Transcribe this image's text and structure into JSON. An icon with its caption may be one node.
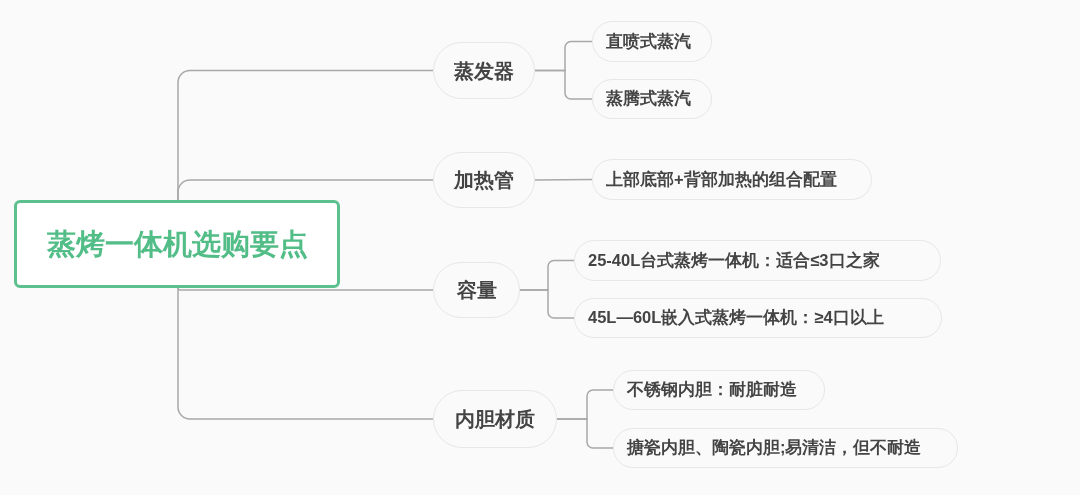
{
  "diagram": {
    "nodes": [
      {
        "text": [
          "蒸烤一体机选购要点"
        ]
      },
      {
        "text": [
          "蒸发器"
        ]
      },
      {
        "text": [
          "直喷式蒸汽"
        ]
      },
      {
        "text": [
          "蒸腾式蒸汽"
        ]
      },
      {
        "text": [
          "加热管"
        ]
      },
      {
        "text": [
          "上部底部+背部加热的组合配置"
        ]
      },
      {
        "text": [
          "容量"
        ]
      },
      {
        "text": [
          "25-40L台式蒸烤一体机：适合≤3口之家"
        ]
      },
      {
        "text": [
          "45L—60L嵌入式蒸烤一体机：≥4口以上"
        ]
      },
      {
        "text": [
          "内胆材质"
        ]
      },
      {
        "text": [
          "不锈钢内胆：耐脏耐造"
        ]
      },
      {
        "text": [
          "搪瓷内胆、陶瓷内胆;易清洁，但不耐造"
        ]
      }
    ],
    "edges": [
      {
        "from": 0,
        "to": 1,
        "arrow": "none"
      },
      {
        "from": 1,
        "to": 2,
        "arrow": "none"
      },
      {
        "from": 1,
        "to": 3,
        "arrow": "none"
      },
      {
        "from": 0,
        "to": 4,
        "arrow": "none"
      },
      {
        "from": 4,
        "to": 5,
        "arrow": "none"
      },
      {
        "from": 0,
        "to": 6,
        "arrow": "none"
      },
      {
        "from": 6,
        "to": 7,
        "arrow": "none"
      },
      {
        "from": 6,
        "to": 8,
        "arrow": "none"
      },
      {
        "from": 0,
        "to": 9,
        "arrow": "none"
      },
      {
        "from": 9,
        "to": 10,
        "arrow": "none"
      },
      {
        "from": 9,
        "to": 11,
        "arrow": "none"
      }
    ]
  }
}
